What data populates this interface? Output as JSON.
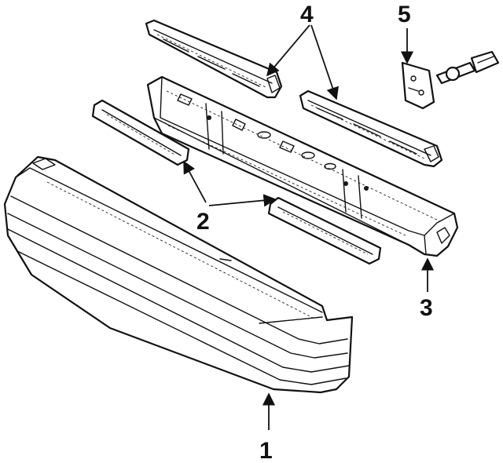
{
  "callouts": [
    {
      "id": "1",
      "label": "1"
    },
    {
      "id": "2",
      "label": "2"
    },
    {
      "id": "3",
      "label": "3"
    },
    {
      "id": "4",
      "label": "4"
    },
    {
      "id": "5",
      "label": "5"
    }
  ],
  "colors": {
    "ink": "#111111",
    "paper": "#ffffff"
  }
}
